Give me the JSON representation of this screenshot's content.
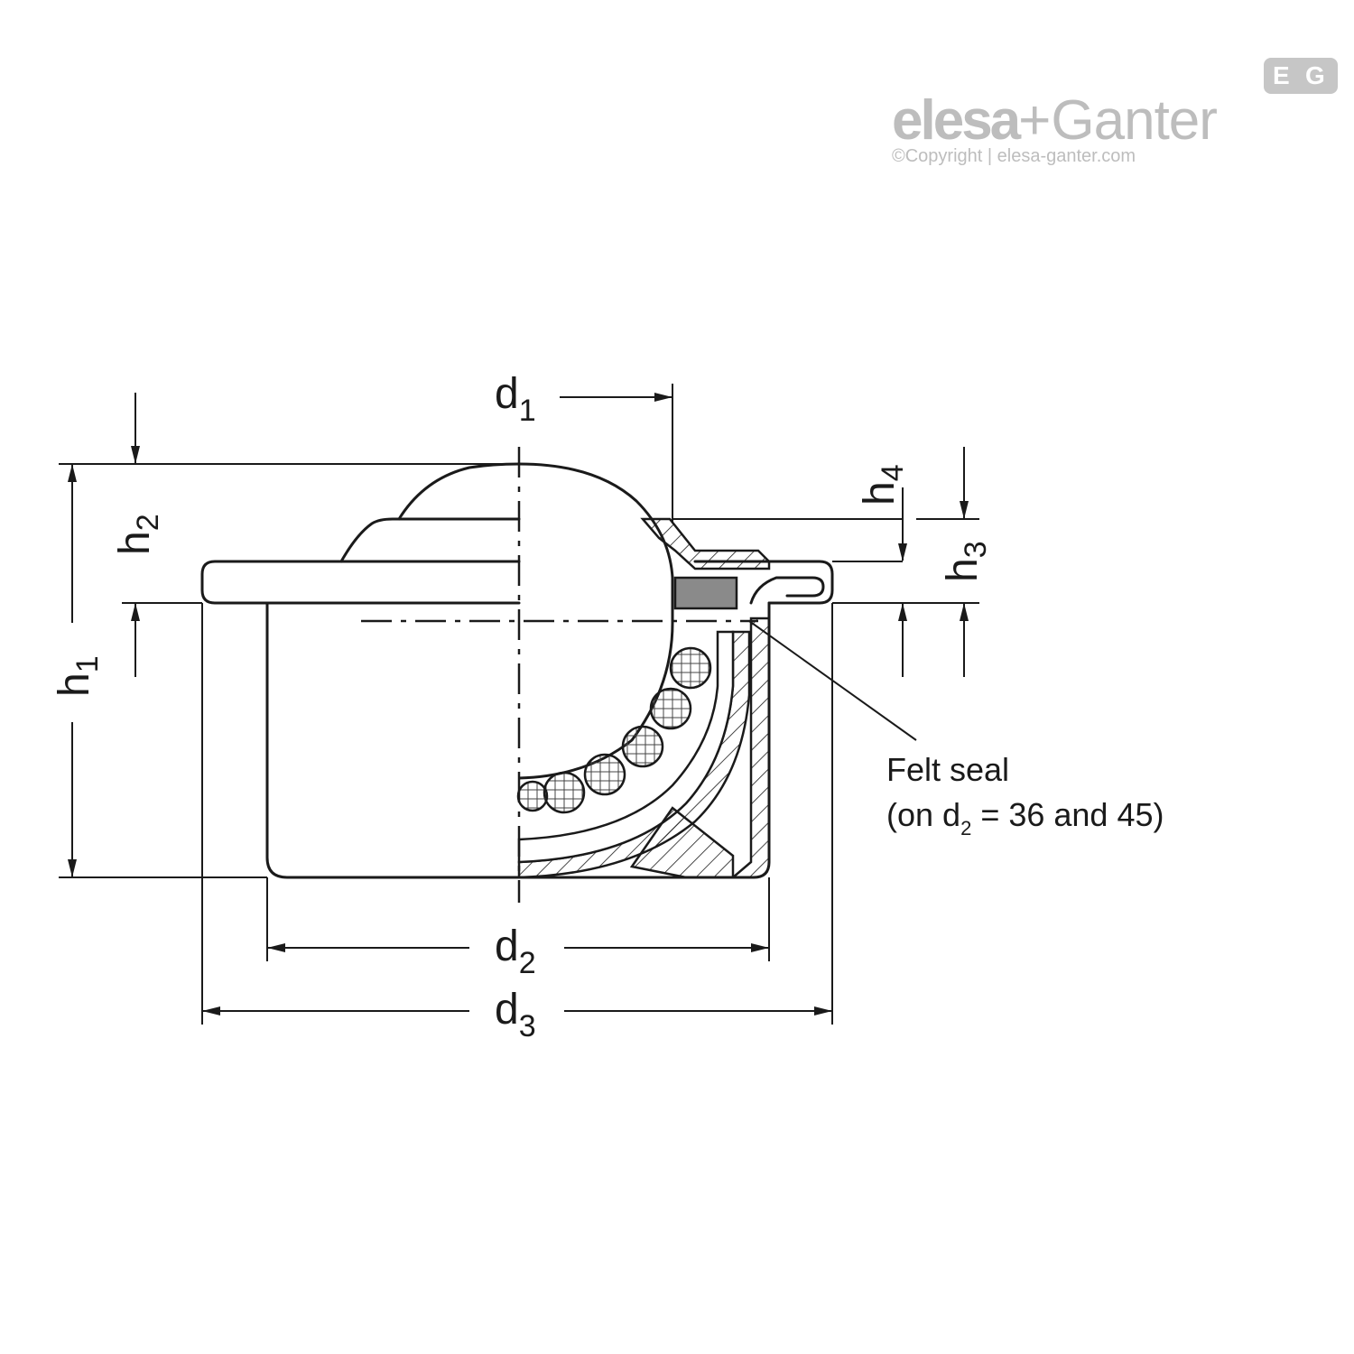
{
  "brand": {
    "elesa": "elesa",
    "plus": "+",
    "ganter": "Ganter",
    "badge_left": "E",
    "badge_right": "G",
    "copyright": "©Copyright | elesa-ganter.com",
    "color": "#bdbdbd"
  },
  "labels": {
    "d1": {
      "main": "d",
      "sub": "1"
    },
    "d2": {
      "main": "d",
      "sub": "2"
    },
    "d3": {
      "main": "d",
      "sub": "3"
    },
    "h1": {
      "main": "h",
      "sub": "1"
    },
    "h2": {
      "main": "h",
      "sub": "2"
    },
    "h3": {
      "main": "h",
      "sub": "3"
    },
    "h4": {
      "main": "h",
      "sub": "4"
    }
  },
  "note": {
    "line1": "Felt seal",
    "line2_a": "(on d",
    "line2_sub": "2",
    "line2_b": " = 36 and 45)"
  },
  "colors": {
    "line": "#1a1a1a",
    "felt": "#8a8a8a",
    "ball_fill": "#ffffff",
    "brand": "#bdbdbd"
  }
}
